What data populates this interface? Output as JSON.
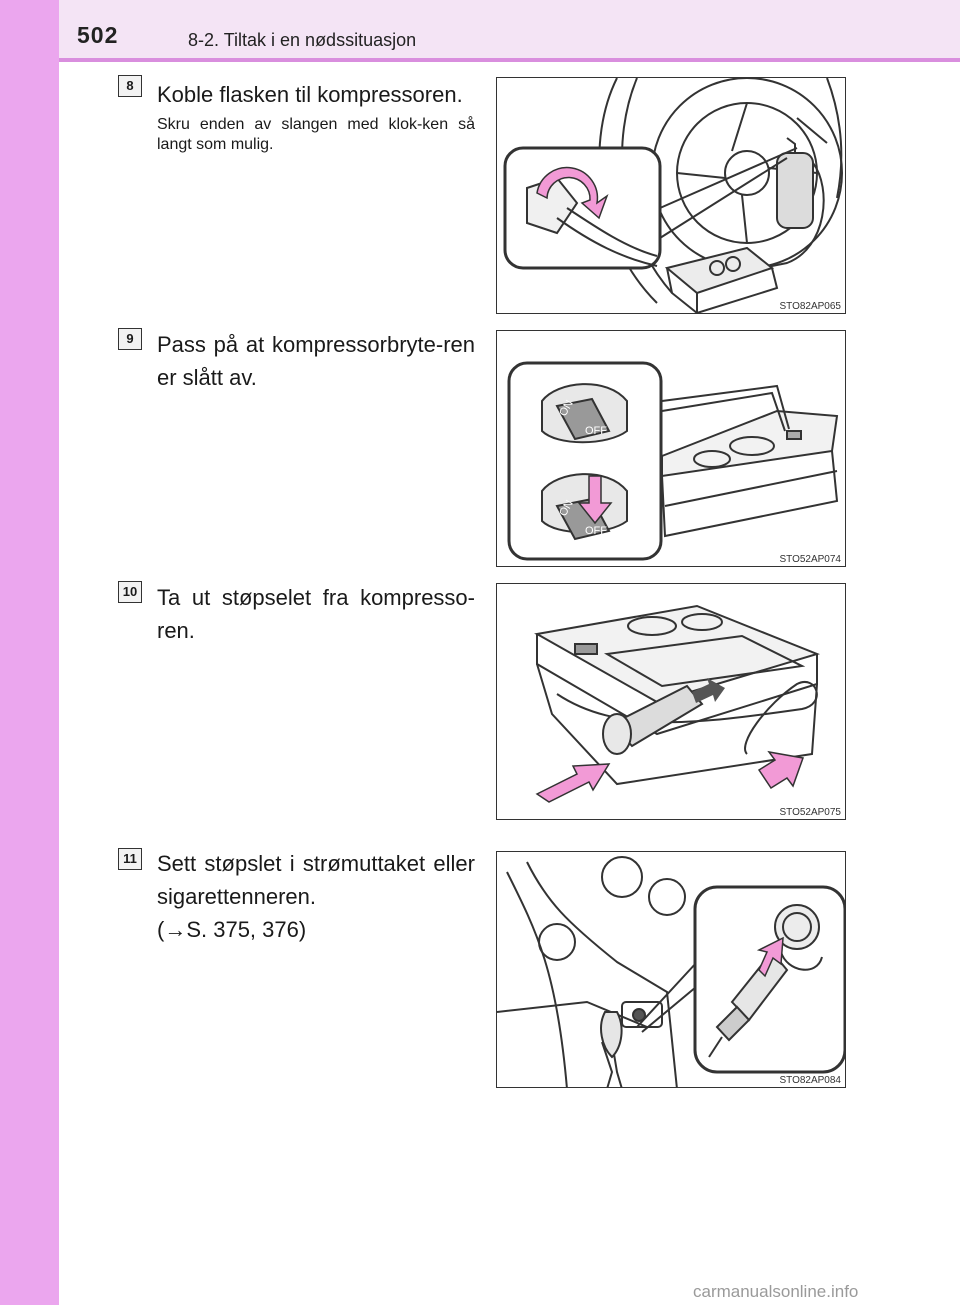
{
  "header": {
    "page_number": "502",
    "section_title": "8-2. Tiltak i en nødssituasjon"
  },
  "steps": [
    {
      "number": "8",
      "heading": "Koble flasken til kompressoren.",
      "detail": "Skru enden av slangen med klok-ken så langt som mulig.",
      "figure_code": "STO82AP065"
    },
    {
      "number": "9",
      "heading": "Pass på at kompressorbryte-ren er slått av.",
      "figure_code": "STO52AP074",
      "switch_on": "ON",
      "switch_off": "OFF"
    },
    {
      "number": "10",
      "heading": "Ta ut støpselet fra kompresso-ren.",
      "figure_code": "STO52AP075"
    },
    {
      "number": "11",
      "heading": "Sett støpslet i strømuttaket eller sigarettenneren.",
      "reference": "(→S. 375, 376)",
      "figure_code": "STO82AP084"
    }
  ],
  "watermark": "carmanualsonline.info",
  "colors": {
    "accent_pink": "#eba6ee",
    "arrow_pink": "#f29ad6",
    "header_band": "#f4e4f5"
  }
}
